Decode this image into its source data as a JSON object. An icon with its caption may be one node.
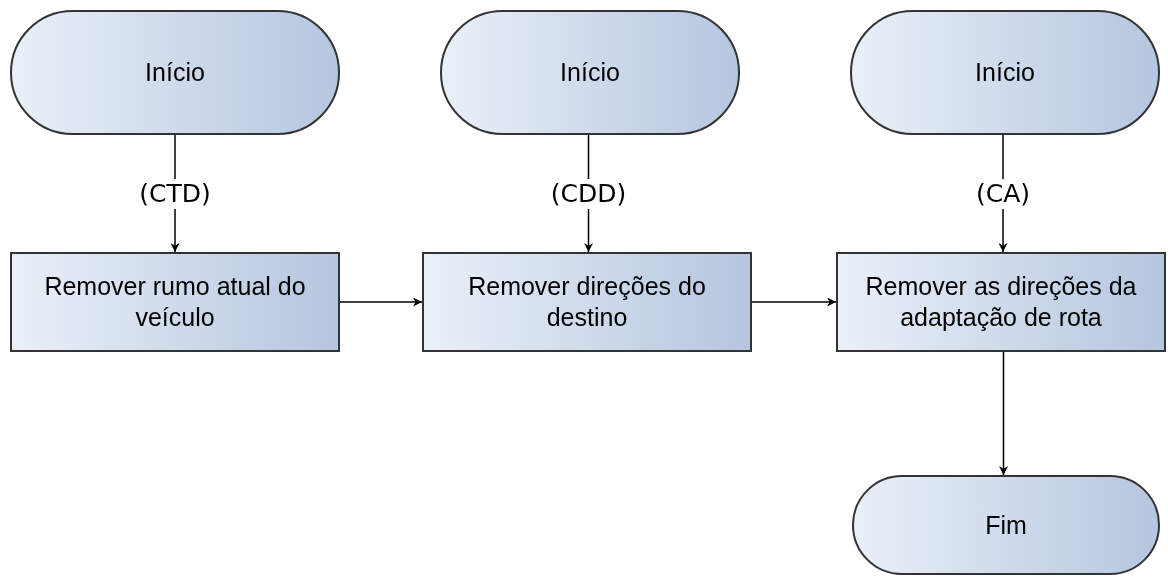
{
  "diagram": {
    "nodes": [
      {
        "text": [
          "Início"
        ]
      },
      {
        "text": [
          "Início"
        ]
      },
      {
        "text": [
          "Início"
        ]
      },
      {
        "text": [
          "Remover rumo atual do veículo"
        ]
      },
      {
        "text": [
          "Remover direções do destino"
        ]
      },
      {
        "text": [
          "Remover as direções da adaptação de rota"
        ]
      },
      {
        "text": [
          "Fim"
        ]
      }
    ],
    "edges": [
      {
        "from": 0,
        "to": 3,
        "arrow": "to",
        "label": "(CTD)"
      },
      {
        "from": 1,
        "to": 4,
        "arrow": "to",
        "label": "(CDD)"
      },
      {
        "from": 2,
        "to": 5,
        "arrow": "to",
        "label": "(CA)"
      },
      {
        "from": 3,
        "to": 4,
        "arrow": "to"
      },
      {
        "from": 4,
        "to": 5,
        "arrow": "to"
      },
      {
        "from": 5,
        "to": 6,
        "arrow": "to"
      }
    ]
  }
}
